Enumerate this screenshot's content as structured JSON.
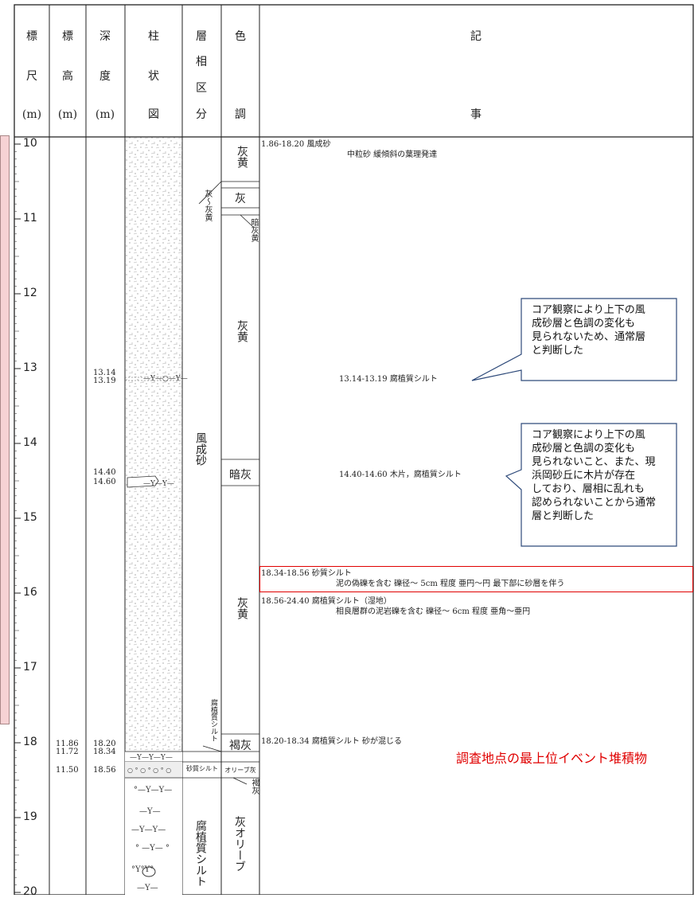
{
  "header": {
    "col_scale": [
      "標",
      "尺",
      "(m)"
    ],
    "col_elevation": [
      "標",
      "高",
      "(m)"
    ],
    "col_depth": [
      "深",
      "度",
      "(m)"
    ],
    "col_column": [
      "柱",
      "状",
      "図"
    ],
    "col_facies": [
      "層",
      "相",
      "区",
      "分"
    ],
    "col_color": [
      "色",
      "調"
    ],
    "col_notes": [
      "記",
      "事"
    ]
  },
  "scale_ticks": [
    "10",
    "11",
    "12",
    "13",
    "14",
    "15",
    "16",
    "17",
    "18",
    "19",
    "20"
  ],
  "elevations": [
    "11.86",
    "11.72",
    "11.50"
  ],
  "depths": [
    "13.14",
    "13.19",
    "14.40",
    "14.60",
    "18.20",
    "18.34",
    "18.56"
  ],
  "facies": {
    "top_label": "灰～灰黄",
    "main": "風成砂",
    "small_silt": "腐植質シルト",
    "sandy_silt": "砂質シルト",
    "lower": "腐植質シルト"
  },
  "colors": {
    "c1": "灰黄",
    "c2": "灰",
    "c3": "暗灰黄",
    "c4": "灰黄",
    "c5": "暗灰",
    "c6": "灰黄",
    "c7": "褐灰",
    "c8": "オリーブ灰",
    "c9": "褐灰",
    "c10": "灰オリーブ"
  },
  "notes": {
    "n1_title": "1.86-18.20  風成砂",
    "n1_body": "中粒砂  緩傾斜の葉理発達",
    "n2": "13.14-13.19  腐植質シルト",
    "n3": "14.40-14.60  木片，腐植質シルト",
    "n4": "18.20-18.34  腐植質シルト  砂が混じる",
    "n5_title": "18.34-18.56  砂質シルト",
    "n5_body": "泥の偽礫を含む  礫径～ 5cm 程度  亜円～円  最下部に砂層を伴う",
    "n6_title": "18.56-24.40  腐植質シルト（湿地）",
    "n6_body": "相良層群の泥岩礫を含む  礫径～ 6cm 程度  亜角～亜円"
  },
  "callout1": "コア観察により上下の風\n成砂層と色調の変化も\n見られないため、通常層\nと判断した",
  "callout2": "コア観察により上下の風\n成砂層と色調の変化も\n見られないこと、また、現\n浜岡砂丘に木片が存在\nしており、層相に乱れも\n認められないことから通常\n層と判断した",
  "red_label": "調査地点の最上位イベント堆積物",
  "accent": {
    "red": "#e00000",
    "callout_border": "#2e4a7a",
    "pink": "#f6d2d4"
  }
}
